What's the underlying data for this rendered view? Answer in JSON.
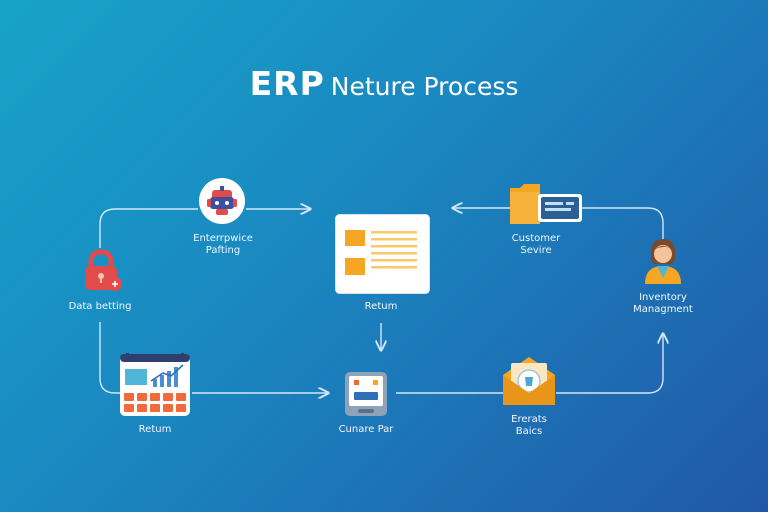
{
  "title": {
    "strong": "ERP",
    "rest": "Neture Process"
  },
  "nodes": {
    "enterprise": {
      "line1": "Enterrpwice",
      "line2": "Pafting",
      "icon": "robot-icon"
    },
    "data": {
      "line1": "Data betting",
      "icon": "lock-icon"
    },
    "calendar": {
      "line1": "Retum",
      "icon": "calendar-chart-icon"
    },
    "document": {
      "line1": "Retum",
      "icon": "document-icon"
    },
    "device": {
      "line1": "Cunare Par",
      "icon": "device-icon"
    },
    "envelope": {
      "line1": "Ererats",
      "line2": "Baics",
      "icon": "envelope-icon"
    },
    "customer": {
      "line1": "Customer",
      "line2": "Sevire",
      "icon": "folder-card-icon"
    },
    "inventory": {
      "line1": "Inventory",
      "line2": "Managment",
      "icon": "person-icon"
    }
  },
  "colors": {
    "accent_red": "#e24b4b",
    "accent_orange": "#f5a623",
    "accent_blue": "#2f6fb8",
    "line": "#e6f3ff"
  }
}
